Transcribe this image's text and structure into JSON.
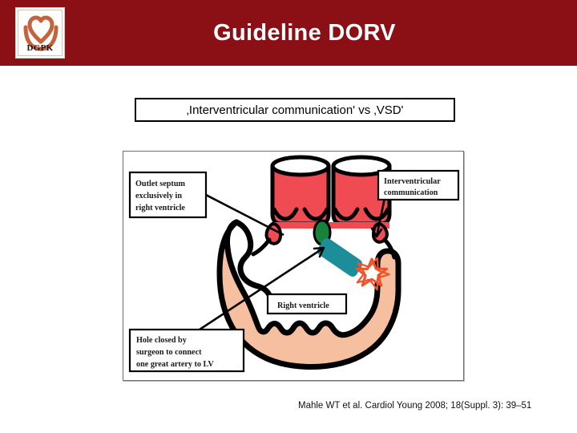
{
  "slide": {
    "title": "Guideline DORV",
    "subtitle": "‚Interventricular communication' vs ‚VSD'",
    "citation": "Mahle WT et al. Cardiol Young 2008; 18(Suppl. 3): 39–51"
  },
  "logo": {
    "acronym": "DGPK",
    "heart_color": "#C4643C"
  },
  "colors": {
    "header_red": "#8B1015",
    "artery_red": "#F04B53",
    "myocardium": "#F5BFA0",
    "outlet_septum_teal": "#1D8E99",
    "valve_green": "#17823C",
    "star_orange": "#F0522B",
    "outline_black": "#000000"
  },
  "figure": {
    "labels": [
      {
        "id": "outlet-septum",
        "lines": [
          "Outlet septum",
          "exclusively in",
          "right ventricle"
        ]
      },
      {
        "id": "interventricular-communication",
        "lines": [
          "Interventricular",
          "communication"
        ]
      },
      {
        "id": "right-ventricle",
        "lines": [
          "Right ventricle"
        ]
      },
      {
        "id": "hole-closed-by-surgeon",
        "lines": [
          "Hole closed by",
          "surgeon to connect",
          "one great artery to LV"
        ]
      }
    ]
  }
}
